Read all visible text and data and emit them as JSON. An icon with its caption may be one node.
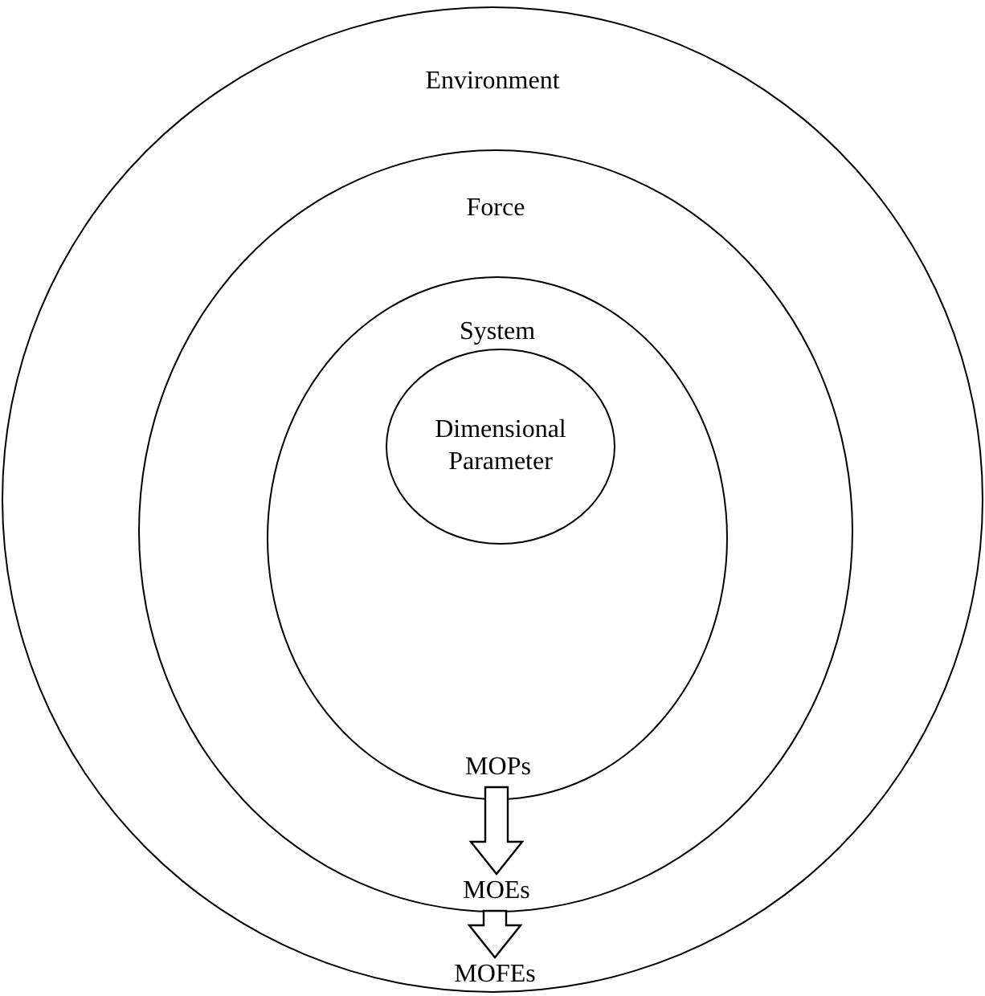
{
  "diagram": {
    "nodes": [
      {
        "text": [
          "Environment"
        ]
      },
      {
        "text": [
          "Force"
        ],
        "in": 0
      },
      {
        "text": [
          "System"
        ],
        "in": 1
      },
      {
        "text": [
          "Dimensional Parameter"
        ],
        "in": 2
      },
      {
        "text": [
          "MOPs"
        ],
        "in": 2
      },
      {
        "text": [
          "MOEs"
        ],
        "in": 1
      },
      {
        "text": [
          "MOFEs"
        ],
        "in": 0
      }
    ],
    "edges": [
      {
        "from": 4,
        "to": 5,
        "arrow": "to"
      },
      {
        "from": 5,
        "to": 6,
        "arrow": "to"
      }
    ]
  }
}
